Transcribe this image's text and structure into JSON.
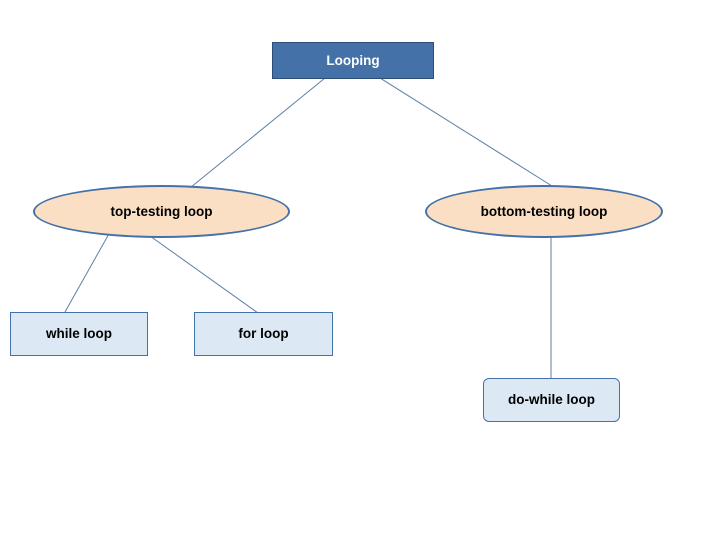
{
  "diagram": {
    "title_node": {
      "label": "Looping"
    },
    "nodes": [
      {
        "id": "root",
        "label": "Looping"
      },
      {
        "id": "top",
        "label": "top-testing loop"
      },
      {
        "id": "bottom",
        "label": "bottom-testing loop"
      },
      {
        "id": "while",
        "label": "while loop"
      },
      {
        "id": "for",
        "label": "for loop"
      },
      {
        "id": "dowhile",
        "label": "do-while loop"
      }
    ],
    "colors": {
      "root_fill": "#4472a8",
      "root_text": "#ffffff",
      "ellipse_fill": "#fadfc4",
      "ellipse_stroke": "#4472a8",
      "box_fill": "#dce9f5",
      "box_stroke": "#4472a8",
      "line_stroke": "#5b7fa6",
      "background": "#ffffff"
    }
  }
}
